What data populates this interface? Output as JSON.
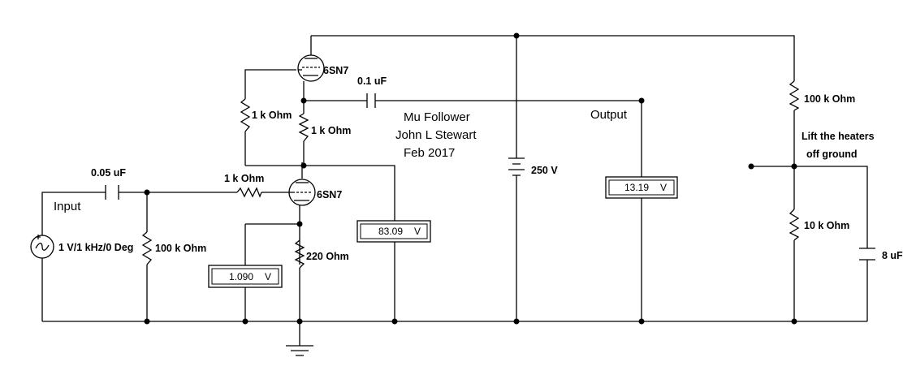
{
  "title": "Mu Follower",
  "author": "John L Stewart",
  "date": "Feb 2017",
  "labels": {
    "input": "Input",
    "output": "Output",
    "heater_note_line1": "Lift the heaters",
    "heater_note_line2": "off ground"
  },
  "components": {
    "source": "1 V/1 kHz/0 Deg",
    "c_in": "0.05 uF",
    "r_grid": "100 k Ohm",
    "r_stopper": "1 k Ohm",
    "tube_lower": "6SN7",
    "tube_upper": "6SN7",
    "r_cathode": "220  Ohm",
    "r_upper_grid": "1 k Ohm",
    "r_load": "1 k Ohm",
    "c_out": "0.1 uF",
    "battery": "250 V",
    "r_div_top": "100 k Ohm",
    "r_div_bottom": "10 k Ohm",
    "c_heater": "8 uF"
  },
  "meters": {
    "cathode": {
      "value": "1.090",
      "unit": "V"
    },
    "plate": {
      "value": "83.09",
      "unit": "V"
    },
    "output": {
      "value": "13.19",
      "unit": "V"
    }
  }
}
